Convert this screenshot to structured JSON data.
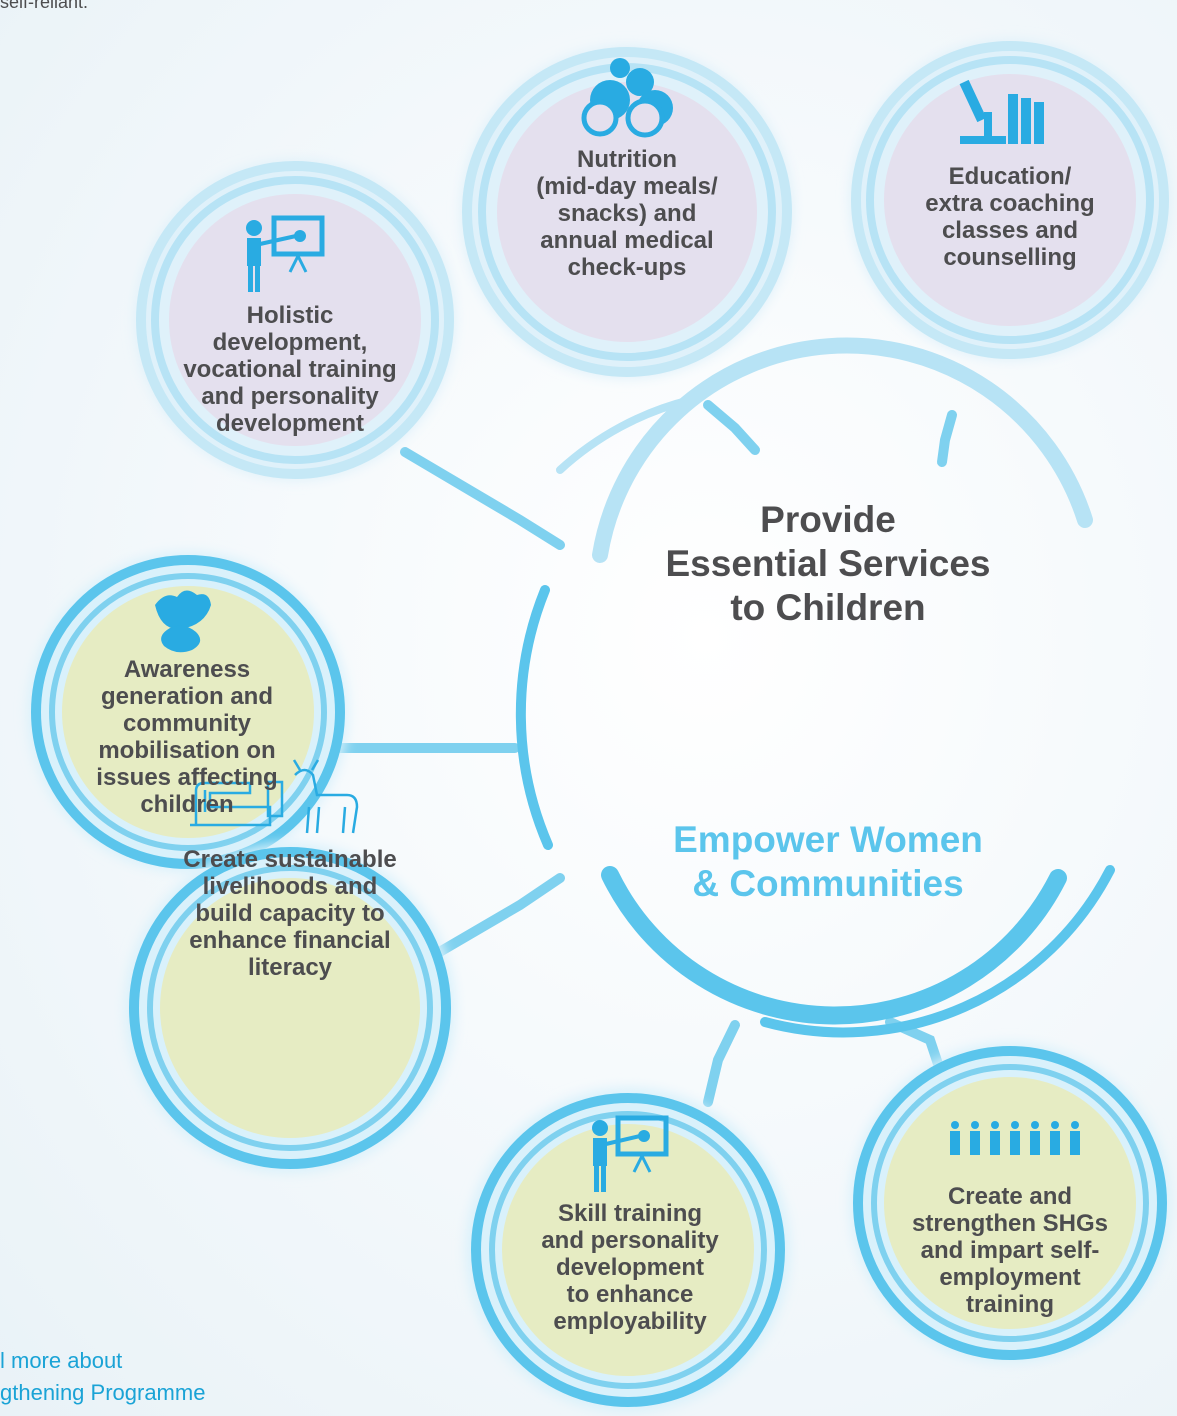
{
  "top_fragment": "self-reliant.",
  "hub": {
    "heading_children": [
      "Provide",
      "Essential Services",
      "to Children"
    ],
    "heading_women": [
      "Empower Women",
      "& Communities"
    ]
  },
  "bubbles": [
    {
      "id": "nutrition",
      "icon": "fruits-icon",
      "lines": [
        "Nutrition",
        "(mid-day meals/",
        "snacks) and",
        "annual medical",
        "check-ups"
      ]
    },
    {
      "id": "education",
      "icon": "microscope-books-icon",
      "lines": [
        "Education/",
        "extra coaching",
        "classes and",
        "counselling"
      ]
    },
    {
      "id": "holistic",
      "icon": "presenter-board-icon",
      "lines": [
        "Holistic",
        "development,",
        "vocational training",
        "and personality",
        "development"
      ]
    },
    {
      "id": "awareness",
      "icon": "joined-hands-icon",
      "lines": [
        "Awareness",
        "generation and",
        "community",
        "mobilisation on",
        "issues affecting",
        "children"
      ]
    },
    {
      "id": "livelihoods",
      "icon": "sewing-machine-goat-icon",
      "lines": [
        "Create sustainable",
        "livelihoods and",
        "build capacity to",
        "enhance financial",
        "literacy"
      ]
    },
    {
      "id": "skills",
      "icon": "presenter-board-icon",
      "lines": [
        "Skill training",
        "and personality",
        "development",
        "to enhance",
        "employability"
      ]
    },
    {
      "id": "shgs",
      "icon": "people-group-icon",
      "lines": [
        "Create and",
        "strengthen SHGs",
        "and impart self-",
        "employment",
        "training"
      ]
    }
  ],
  "footer": {
    "line1": "l more about",
    "line2": "gthening Programme"
  },
  "colors": {
    "ring_blue": "#5bc5ec",
    "ring_light": "#b7e3f5",
    "lavender_fill": "#e4e0ee",
    "yellow_fill": "#e6ecc3",
    "text_dark": "#4d4d4f",
    "link_blue": "#1aa3d6"
  }
}
